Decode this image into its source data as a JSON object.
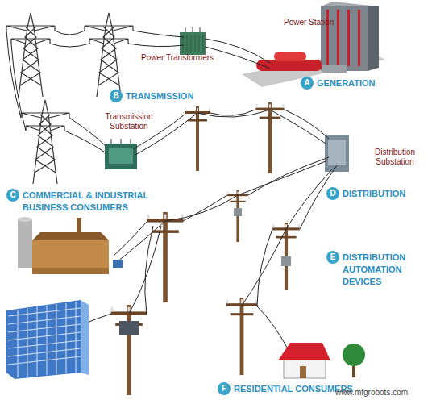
{
  "diagram": {
    "nodes": [
      {
        "text": [
          "A",
          "GENERATION"
        ]
      },
      {
        "text": [
          "B",
          "TRANSMISSION"
        ]
      },
      {
        "text": [
          "C",
          "COMMERCIAL & INDUSTRIAL BUSINESS CONSUMERS"
        ]
      },
      {
        "text": [
          "D",
          "DISTRIBUTION"
        ]
      },
      {
        "text": [
          "E",
          "DISTRIBUTION AUTOMATION DEVICES"
        ]
      },
      {
        "text": [
          "F",
          "RESIDENTIAL CONSUMERS"
        ]
      }
    ],
    "labels": [
      "Power Station",
      "Power Transformers",
      "Transmission Substation",
      "Distribution Substation",
      "www.mfgrobots.com"
    ]
  }
}
